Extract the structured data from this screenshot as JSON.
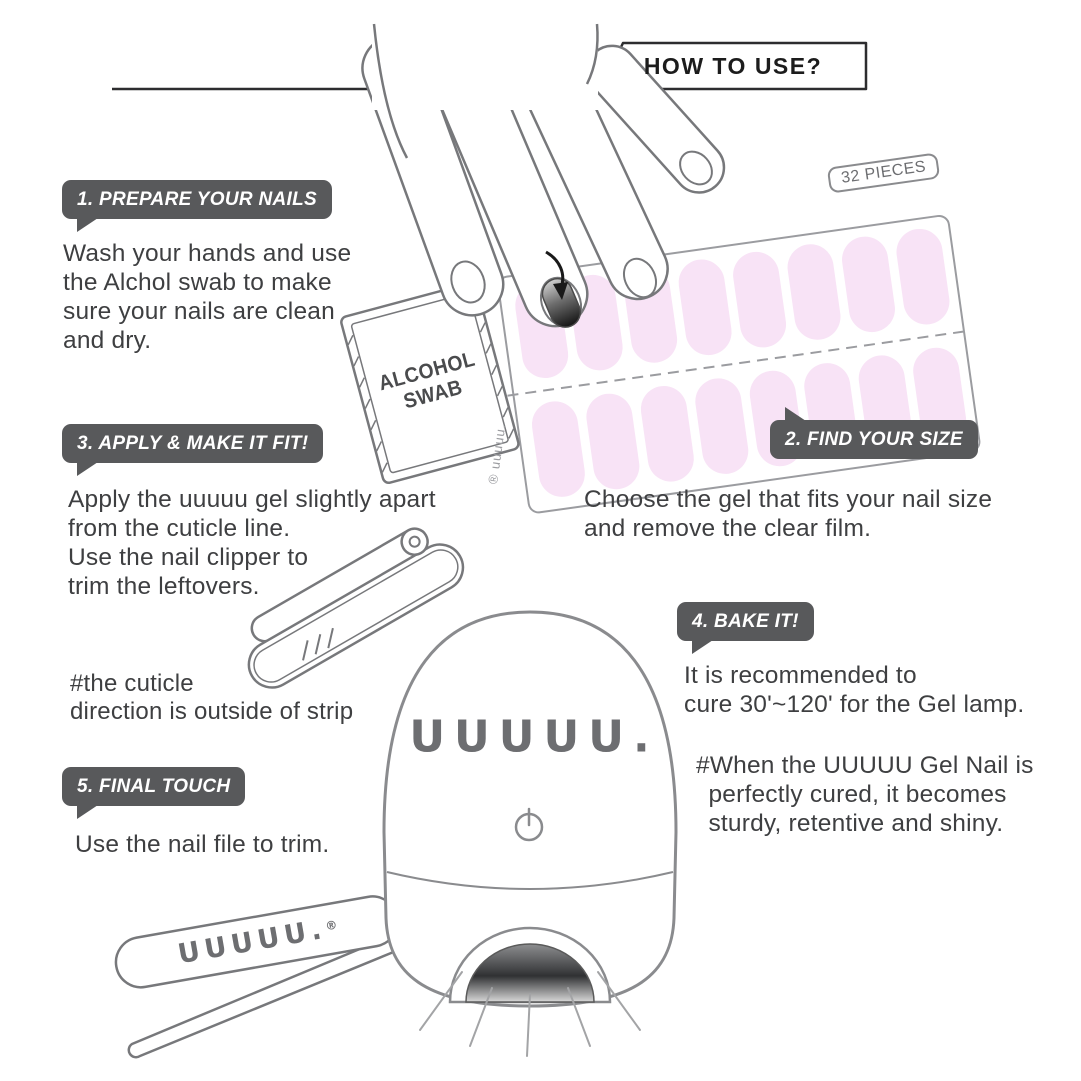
{
  "title": "HOW TO USE?",
  "badge": {
    "pieces": "32 PIECES"
  },
  "brand": {
    "lamp": "UUUUU.",
    "file": "UUUUU.",
    "file_reg": "®",
    "sheet": "® uuuuu."
  },
  "swab": {
    "label": "ALCOHOL\nSWAB"
  },
  "steps": [
    {
      "label": "1. PREPARE YOUR NAILS",
      "body": "Wash your hands and use\nthe Alchol swab to make\nsure your nails are clean\nand dry."
    },
    {
      "label": "2. FIND YOUR SIZE",
      "body": "Choose the gel that fits your nail size\nand remove the clear film."
    },
    {
      "label": "3. APPLY & MAKE IT FIT!",
      "body": "Apply the uuuuu gel slightly apart\nfrom the cuticle line.\nUse the nail clipper to\ntrim the leftovers."
    },
    {
      "label": "4. BAKE IT!",
      "body": "It is recommended to\ncure 30'~120' for the Gel lamp.",
      "note": "#When the UUUUU Gel Nail is\n perfectly cured, it becomes\n sturdy, retentive and shiny."
    },
    {
      "label": "5. FINAL TOUCH",
      "body": "Use the nail file to trim."
    }
  ],
  "notes": {
    "cuticle": "#the cuticle\ndirection is outside of strip"
  },
  "colors": {
    "bubble": "#58595b",
    "strip_pink": "#f8e3f6",
    "outline": "#77787b",
    "body_text": "#3e3f41"
  }
}
